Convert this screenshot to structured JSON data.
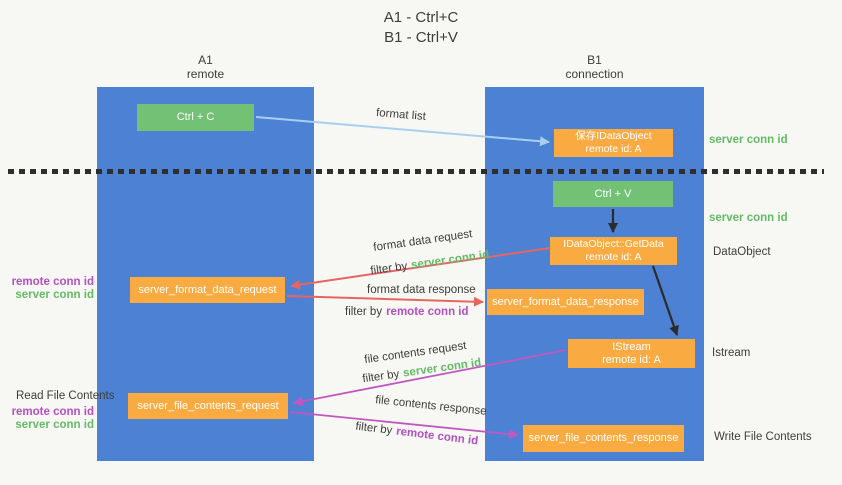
{
  "title": {
    "line1": "A1 - Ctrl+C",
    "line2": "B1 - Ctrl+V"
  },
  "lanes": {
    "left": {
      "name": "A1",
      "role": "remote"
    },
    "right": {
      "name": "B1",
      "role": "connection"
    }
  },
  "boxes": {
    "ctrl_c": {
      "label": "Ctrl + C"
    },
    "save_idataobject": {
      "line1": "保存IDataObject",
      "line2": "remote id: A"
    },
    "ctrl_v": {
      "label": "Ctrl + V"
    },
    "getdata": {
      "line1": "IDataObject::GetData",
      "line2": "remote id: A"
    },
    "format_request": {
      "label": "server_format_data_request"
    },
    "format_response": {
      "label": "server_format_data_response"
    },
    "istream": {
      "line1": "IStream",
      "line2": "remote id: A"
    },
    "file_request": {
      "label": "server_file_contents_request"
    },
    "file_response": {
      "label": "server_file_contents_response"
    }
  },
  "flow_labels": {
    "format_list": "format list",
    "format_data_request": "format data request",
    "format_data_response": "format data response",
    "file_contents_request": "file contents request",
    "file_contents_response": "file contents response"
  },
  "common": {
    "filter_by": "filter by",
    "server_conn_id": "server conn id",
    "remote_conn_id": "remote conn id"
  },
  "side_labels": {
    "server_conn_id_top": "server conn id",
    "server_conn_id_mid": "server conn id",
    "dataobject": "DataObject",
    "istream": "Istream",
    "write_file_contents": "Write File Contents",
    "read_file_contents": "Read File Contents",
    "remote_conn_id": "remote conn id",
    "server_conn_id": "server conn id"
  },
  "colors": {
    "background": "#f7f7f4",
    "lane_blue": "#4c81d4",
    "box_green": "#72c175",
    "box_orange": "#f9ab41",
    "arrow_blue": "#a9cff0",
    "arrow_red": "#e8655f",
    "arrow_magenta": "#c158c1",
    "arrow_black": "#2b2b2b",
    "text_green": "#63bb66",
    "text_purple": "#b44fc2",
    "text_dark": "#3d3d3d"
  }
}
